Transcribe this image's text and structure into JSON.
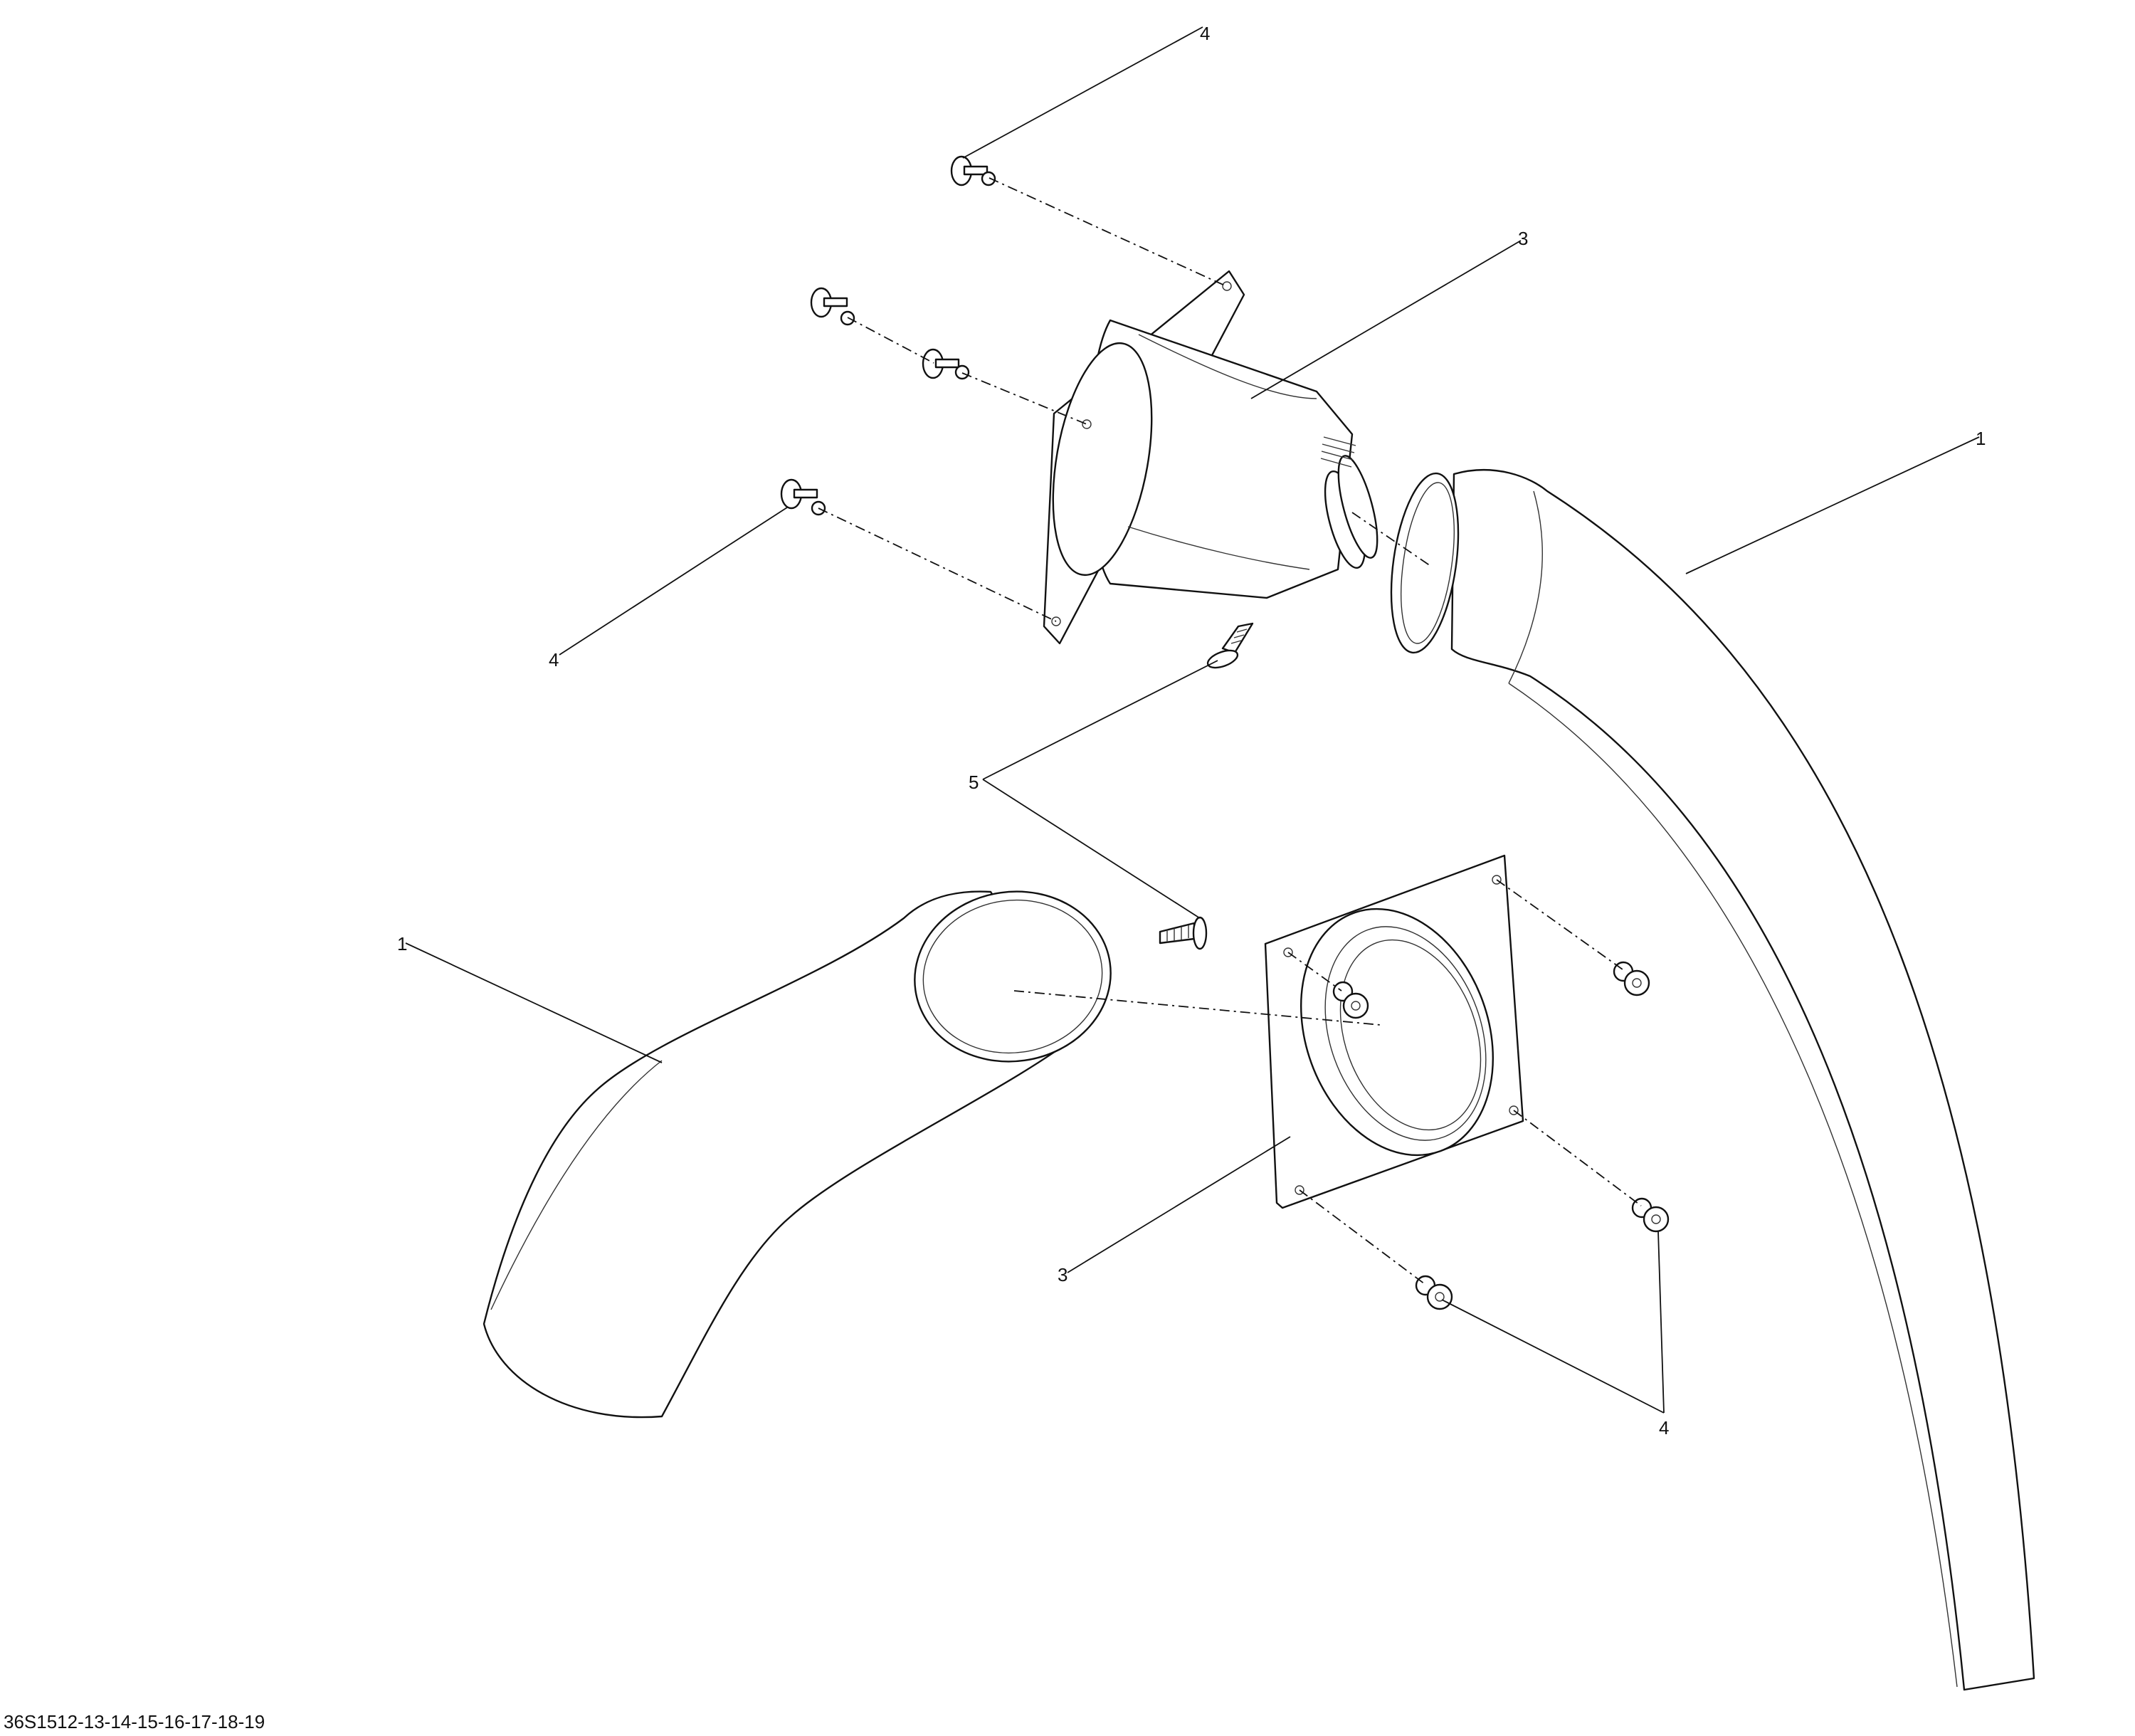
{
  "diagram": {
    "drawing_code": "36S1512-13-14-15-16-17-18-19",
    "callouts": {
      "hose_upper": "1",
      "hose_lower": "1",
      "flange_upper": "3",
      "flange_lower": "3",
      "rivet_top": "4",
      "rivet_left": "4",
      "rivet_bottom_right": "4",
      "screw": "5"
    }
  }
}
